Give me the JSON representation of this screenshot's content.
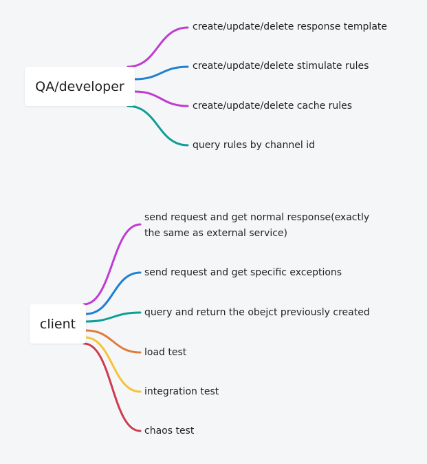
{
  "diagram": {
    "groups": [
      {
        "root": "QA/developer",
        "branches": [
          {
            "label": "create/update/delete response template",
            "color": "#c03bcf"
          },
          {
            "label": "create/update/delete stimulate rules",
            "color": "#1f7fd1"
          },
          {
            "label": "create/update/delete cache rules",
            "color": "#c03bcf"
          },
          {
            "label": "query  rules by channel id",
            "color": "#0e9e94"
          }
        ]
      },
      {
        "root": "client",
        "branches": [
          {
            "label": "send request and get normal response(exactly the same as external service)",
            "color": "#c03bcf"
          },
          {
            "label": "send request and get specific exceptions",
            "color": "#1f7fd1"
          },
          {
            "label": "query and return the obejct previously created",
            "color": "#0e9e94"
          },
          {
            "label": "load test",
            "color": "#e27a3c"
          },
          {
            "label": "integration test",
            "color": "#f5c23a"
          },
          {
            "label": "chaos test",
            "color": "#cc3b4e"
          }
        ]
      }
    ]
  }
}
